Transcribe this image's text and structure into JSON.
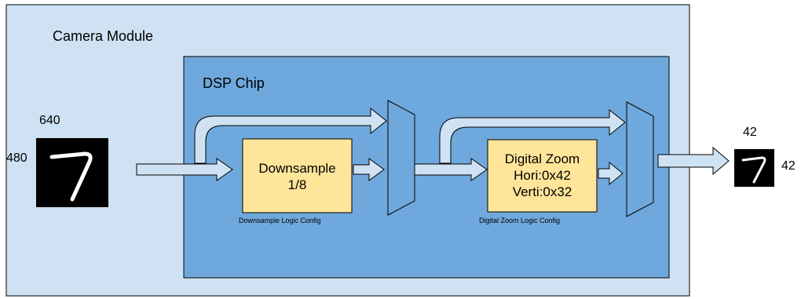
{
  "camera_module": {
    "label": "Camera Module"
  },
  "dsp_chip": {
    "label": "DSP Chip"
  },
  "input_image": {
    "width_label": "640",
    "height_label": "480",
    "digit": "7"
  },
  "downsample": {
    "title": "Downsample",
    "ratio": "1/8",
    "config_label": "Downsample Logic Config"
  },
  "digital_zoom": {
    "title": "Digital Zoom",
    "hori": "Hori:0x42",
    "verti": "Verti:0x32",
    "config_label": "Digital Zoom Logic Config"
  },
  "output_image": {
    "width_label": "42",
    "height_label": "42",
    "digit": "7"
  },
  "colors": {
    "camera_bg": "#cfe2f3",
    "dsp_bg": "#6fa8dc",
    "logic_box": "#ffe599",
    "arrow_fill": "#cfe2f3",
    "stroke": "#000000"
  }
}
